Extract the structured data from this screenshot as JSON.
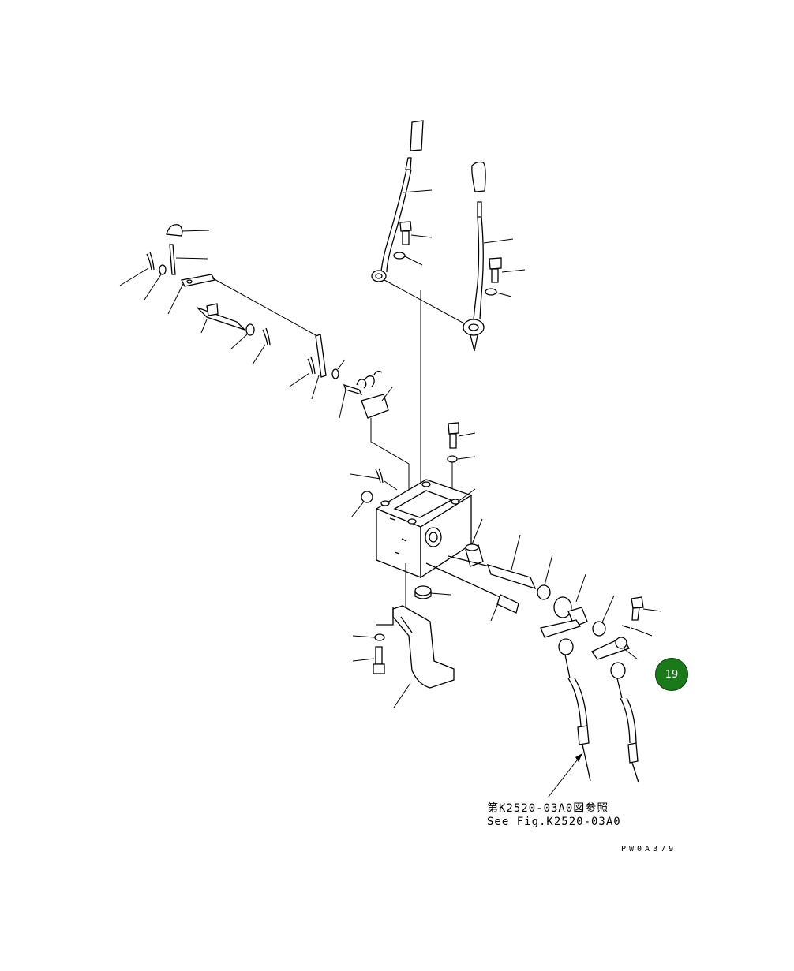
{
  "reference": {
    "japanese": "第K2520-03A0図参照",
    "english": "See Fig.K2520-03A0"
  },
  "drawing_code": "PW0A379",
  "page_badge": "19",
  "colors": {
    "badge": "#1a7a1a",
    "line": "#000000"
  }
}
